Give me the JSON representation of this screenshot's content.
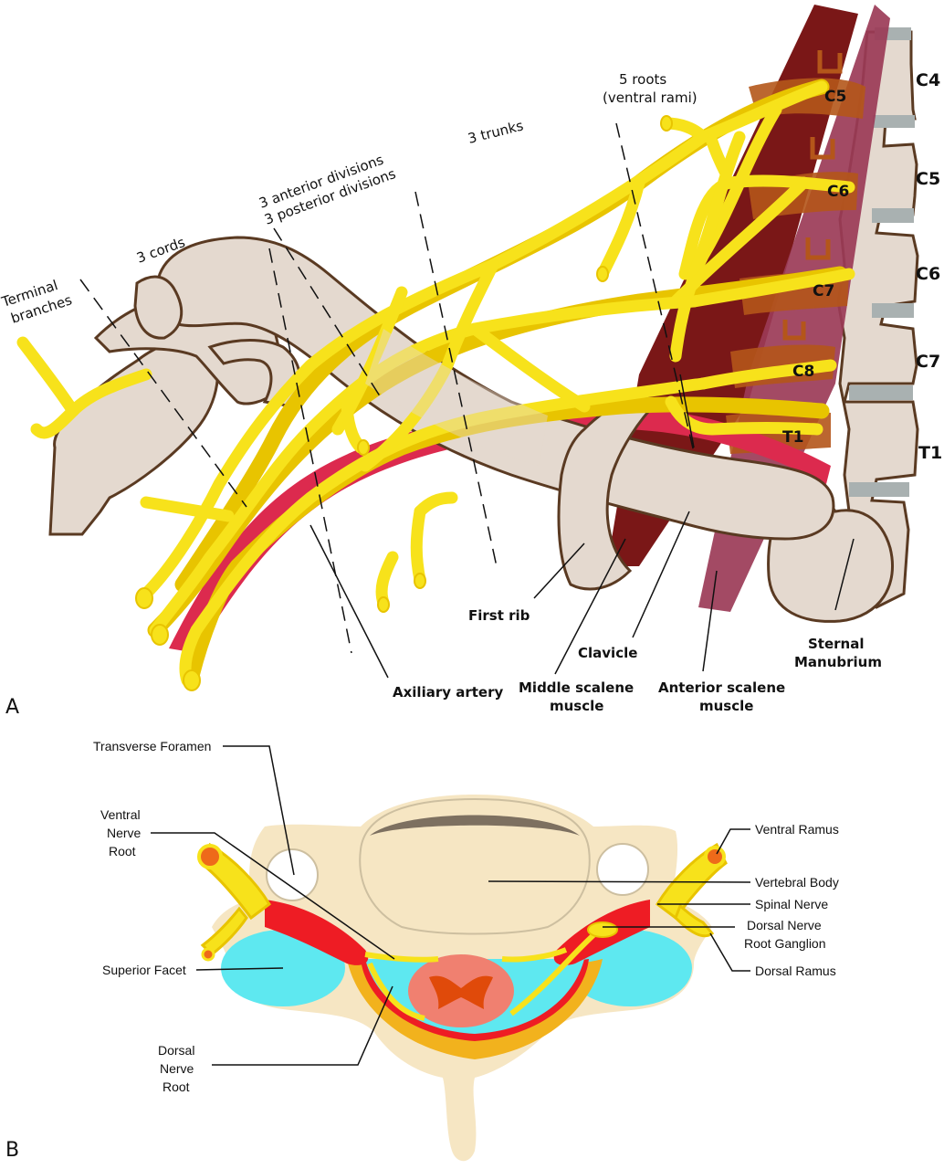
{
  "panel_a": {
    "panel_letter": "A",
    "labels": {
      "terminal_branches_1": "Terminal",
      "terminal_branches_2": "branches",
      "cords": "3 cords",
      "divisions_anterior": "3 anterior divisions",
      "divisions_posterior": "3 posterior divisions",
      "trunks": "3 trunks",
      "roots_1": "5 roots",
      "roots_2": "(ventral rami)",
      "first_rib": "First rib",
      "clavicle": "Clavicle",
      "middle_scalene_1": "Middle scalene",
      "middle_scalene_2": "muscle",
      "anterior_scalene_1": "Anterior scalene",
      "anterior_scalene_2": "muscle",
      "axillary_artery": "Axiliary artery",
      "sternal_1": "Sternal",
      "sternal_2": "Manubrium"
    },
    "root_labels": [
      "C5",
      "C6",
      "C7",
      "C8",
      "T1"
    ],
    "vertebra_labels": [
      "C4",
      "C5",
      "C6",
      "C7",
      "T1"
    ]
  },
  "panel_b": {
    "panel_letter": "B",
    "labels": {
      "transverse_foramen": "Transverse Foramen",
      "ventral_nerve_root_1": "Ventral",
      "ventral_nerve_root_2": "Nerve",
      "ventral_nerve_root_3": "Root",
      "superior_facet": "Superior Facet",
      "dorsal_nerve_root_1": "Dorsal",
      "dorsal_nerve_root_2": "Nerve",
      "dorsal_nerve_root_3": "Root",
      "ventral_ramus": "Ventral Ramus",
      "vertebral_body": "Vertebral Body",
      "spinal_nerve": "Spinal Nerve",
      "drg_1": "Dorsal Nerve",
      "drg_2": "Root Ganglion",
      "dorsal_ramus": "Dorsal Ramus"
    }
  },
  "colors": {
    "nerve": "#f7e21b",
    "bone": "#e4d9cf",
    "bone_outline": "#5a3a22",
    "artery": "#dc2a4e",
    "middle_scalene": "#7a1717",
    "anterior_scalene": "#9b3b57",
    "root_brown": "#b4561a",
    "vertebra_b": "#f6e6c3",
    "facet_cyan": "#5ee8f0",
    "spinal_red": "#ee1c24",
    "cord_pink": "#f08070"
  }
}
